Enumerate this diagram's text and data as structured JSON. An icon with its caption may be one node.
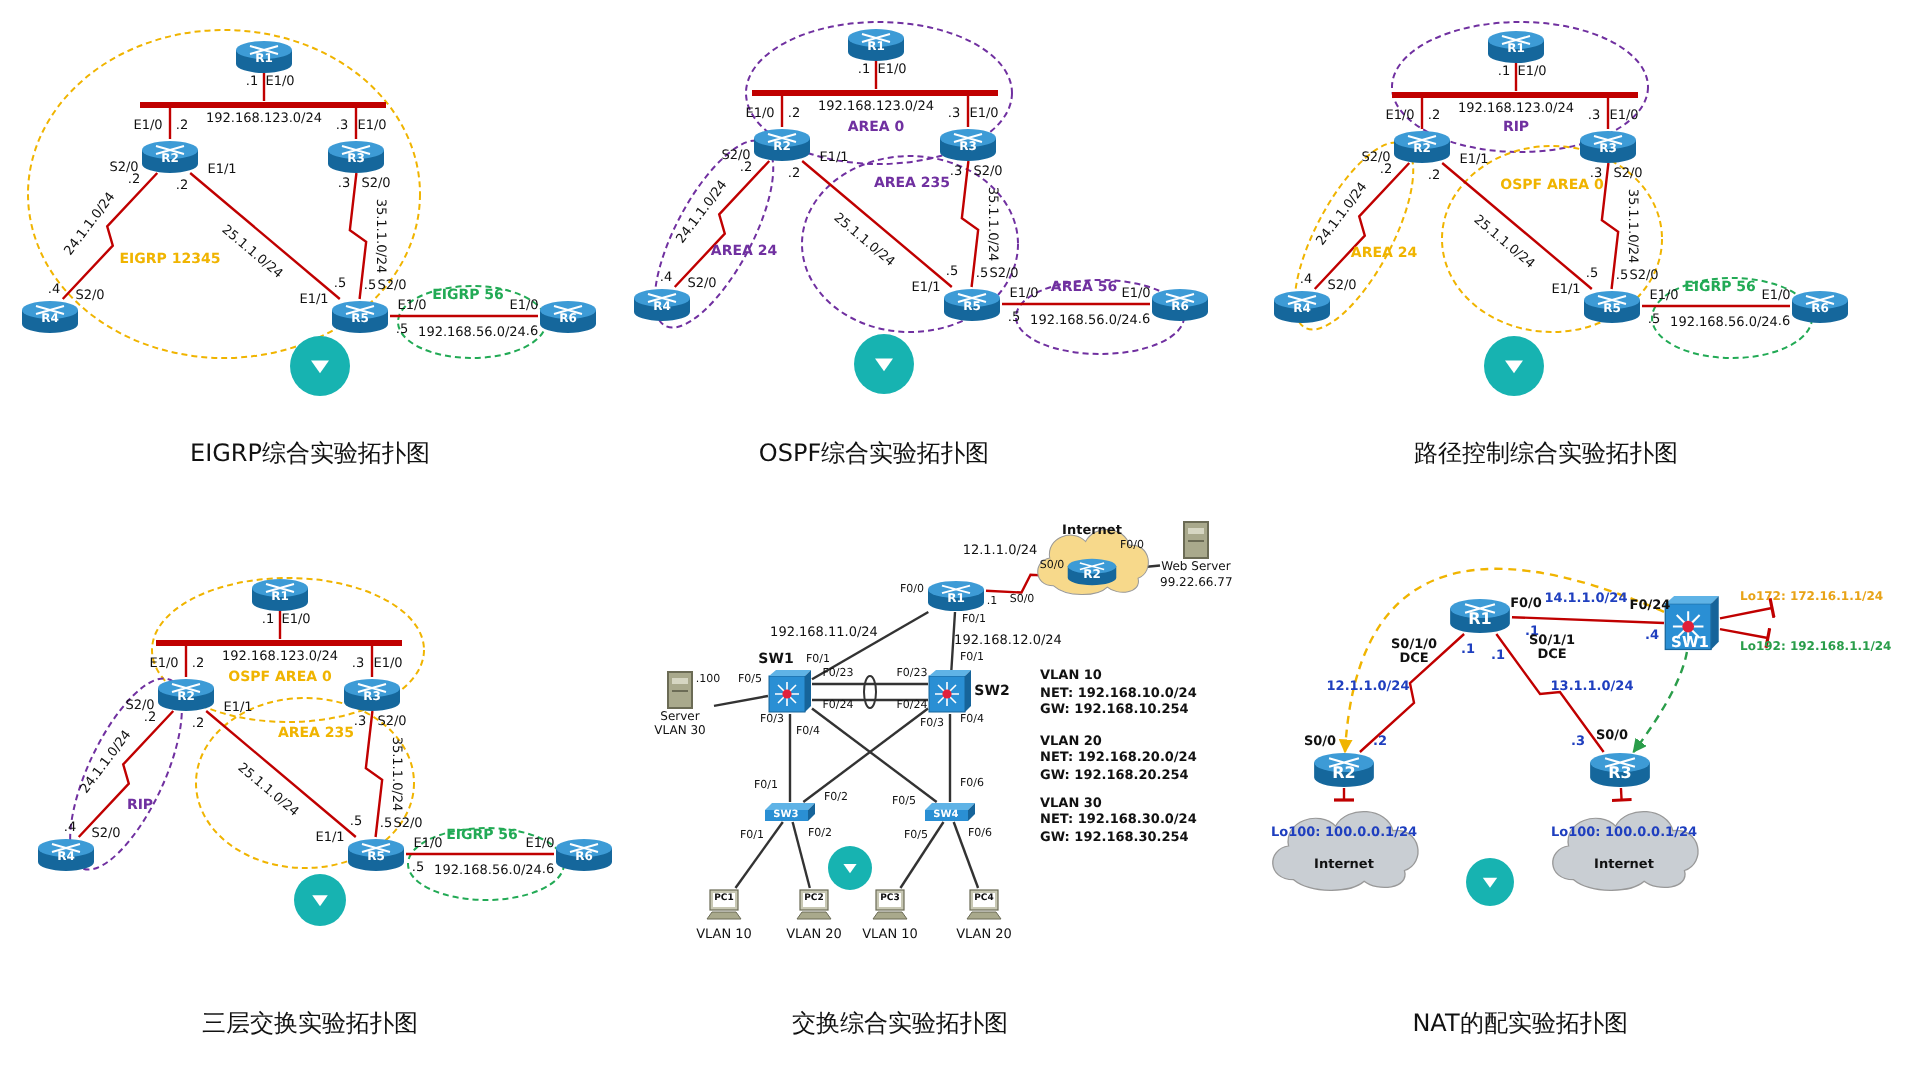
{
  "diagram": {
    "nodes": [
      {
        "text": [
          "R1"
        ]
      },
      {
        "text": [],
        "shape": "bar",
        "beside": [
          "192.168.123.0/24"
        ]
      },
      {
        "text": [
          "R2"
        ]
      },
      {
        "text": [
          "R3"
        ]
      },
      {
        "text": [
          "R4"
        ]
      },
      {
        "text": [
          "R5"
        ]
      },
      {
        "text": [
          "R6"
        ]
      },
      {
        "text": [
          "R1"
        ]
      },
      {
        "text": [],
        "shape": "bar",
        "beside": [
          "192.168.123.0/24"
        ]
      },
      {
        "text": [
          "R2"
        ]
      },
      {
        "text": [
          "R3"
        ]
      },
      {
        "text": [
          "R4"
        ]
      },
      {
        "text": [
          "R5"
        ]
      },
      {
        "text": [
          "R6"
        ]
      },
      {
        "text": [
          "R1"
        ]
      },
      {
        "text": [],
        "shape": "bar",
        "beside": [
          "192.168.123.0/24"
        ]
      },
      {
        "text": [
          "R2"
        ]
      },
      {
        "text": [
          "R3"
        ]
      },
      {
        "text": [
          "R4"
        ]
      },
      {
        "text": [
          "R5"
        ]
      },
      {
        "text": [
          "R6"
        ]
      },
      {
        "text": [
          "R1"
        ]
      },
      {
        "text": [],
        "shape": "bar",
        "beside": [
          "192.168.123.0/24"
        ]
      },
      {
        "text": [
          "R2"
        ]
      },
      {
        "text": [
          "R3"
        ]
      },
      {
        "text": [
          "R4"
        ]
      },
      {
        "text": [
          "R5"
        ]
      },
      {
        "text": [
          "R6"
        ]
      },
      {
        "text": [
          "Internet"
        ]
      },
      {
        "text": [
          "R2"
        ],
        "in": 28
      },
      {
        "text": [
          "Web Server",
          "99.22.66.77"
        ]
      },
      {
        "text": [
          "R1"
        ]
      },
      {
        "text": [
          "SW1"
        ]
      },
      {
        "text": [
          "SW2"
        ]
      },
      {
        "text": [
          "Server VLAN 30"
        ]
      },
      {
        "text": [
          "SW3"
        ]
      },
      {
        "text": [
          "SW4"
        ]
      },
      {
        "text": [
          "PC1"
        ],
        "beside": [
          "VLAN 10"
        ]
      },
      {
        "text": [
          "PC2"
        ],
        "beside": [
          "VLAN 20"
        ]
      },
      {
        "text": [
          "PC3"
        ],
        "beside": [
          "VLAN 10"
        ]
      },
      {
        "text": [
          "PC4"
        ],
        "beside": [
          "VLAN 20"
        ]
      },
      {
        "text": [
          "R1"
        ]
      },
      {
        "text": [
          "SW1"
        ]
      },
      {
        "text": [
          "Lo172: 172.16.1.1/24"
        ]
      },
      {
        "text": [
          "Lo192: 192.168.1.1/24"
        ]
      },
      {
        "text": [
          "R2"
        ]
      },
      {
        "text": [
          "R3"
        ]
      },
      {
        "text": [
          "Lo100: 100.0.0.1/24",
          "Internet"
        ]
      },
      {
        "text": [
          "Lo100: 100.0.0.1/24",
          "Internet"
        ]
      }
    ],
    "edges": [
      {
        "from": 0,
        "to": 1,
        "arrow": "none"
      },
      {
        "from": 2,
        "to": 1,
        "arrow": "none"
      },
      {
        "from": 3,
        "to": 1,
        "arrow": "none"
      },
      {
        "from": 2,
        "to": 4,
        "arrow": "none",
        "label": "24.1.1.0/24"
      },
      {
        "from": 2,
        "to": 5,
        "arrow": "none",
        "label": "25.1.1.0/24"
      },
      {
        "from": 3,
        "to": 5,
        "arrow": "none",
        "label": "35.1.1.0/24"
      },
      {
        "from": 5,
        "to": 6,
        "arrow": "none",
        "label": "192.168.56.0/24"
      },
      {
        "from": 7,
        "to": 8,
        "arrow": "none"
      },
      {
        "from": 9,
        "to": 8,
        "arrow": "none"
      },
      {
        "from": 10,
        "to": 8,
        "arrow": "none"
      },
      {
        "from": 9,
        "to": 11,
        "arrow": "none",
        "label": "24.1.1.0/24"
      },
      {
        "from": 9,
        "to": 12,
        "arrow": "none",
        "label": "25.1.1.0/24"
      },
      {
        "from": 10,
        "to": 12,
        "arrow": "none",
        "label": "35.1.1.0/24"
      },
      {
        "from": 12,
        "to": 13,
        "arrow": "none",
        "label": "192.168.56.0/24"
      },
      {
        "from": 14,
        "to": 15,
        "arrow": "none"
      },
      {
        "from": 16,
        "to": 15,
        "arrow": "none"
      },
      {
        "from": 17,
        "to": 15,
        "arrow": "none"
      },
      {
        "from": 16,
        "to": 18,
        "arrow": "none",
        "label": "24.1.1.0/24"
      },
      {
        "from": 16,
        "to": 19,
        "arrow": "none",
        "label": "25.1.1.0/24"
      },
      {
        "from": 17,
        "to": 19,
        "arrow": "none",
        "label": "35.1.1.0/24"
      },
      {
        "from": 19,
        "to": 20,
        "arrow": "none",
        "label": "192.168.56.0/24"
      },
      {
        "from": 21,
        "to": 22,
        "arrow": "none"
      },
      {
        "from": 23,
        "to": 22,
        "arrow": "none"
      },
      {
        "from": 24,
        "to": 22,
        "arrow": "none"
      },
      {
        "from": 23,
        "to": 25,
        "arrow": "none",
        "label": "24.1.1.0/24"
      },
      {
        "from": 23,
        "to": 26,
        "arrow": "none",
        "label": "25.1.1.0/24"
      },
      {
        "from": 24,
        "to": 26,
        "arrow": "none",
        "label": "35.1.1.0/24"
      },
      {
        "from": 26,
        "to": 27,
        "arrow": "none",
        "label": "192.168.56.0/24"
      },
      {
        "from": 29,
        "to": 30,
        "arrow": "none",
        "color": "#333333"
      },
      {
        "from": 31,
        "to": 29,
        "arrow": "none",
        "label": "12.1.1.0/24"
      },
      {
        "from": 31,
        "to": 32,
        "arrow": "none",
        "label": "192.168.11.0/24",
        "color": "#333333"
      },
      {
        "from": 31,
        "to": 33,
        "arrow": "none",
        "label": "192.168.12.0/24",
        "color": "#333333"
      },
      {
        "from": 32,
        "to": 33,
        "arrow": "none",
        "color": "#333333"
      },
      {
        "from": 32,
        "to": 33,
        "arrow": "none",
        "color": "#333333"
      },
      {
        "from": 34,
        "to": 32,
        "arrow": "none",
        "color": "#333333"
      },
      {
        "from": 32,
        "to": 35,
        "arrow": "none",
        "color": "#333333"
      },
      {
        "from": 32,
        "to": 36,
        "arrow": "none",
        "color": "#333333"
      },
      {
        "from": 33,
        "to": 35,
        "arrow": "none",
        "color": "#333333"
      },
      {
        "from": 33,
        "to": 36,
        "arrow": "none",
        "color": "#333333"
      },
      {
        "from": 35,
        "to": 37,
        "arrow": "none",
        "color": "#333333"
      },
      {
        "from": 35,
        "to": 38,
        "arrow": "none",
        "color": "#333333"
      },
      {
        "from": 36,
        "to": 39,
        "arrow": "none",
        "color": "#333333"
      },
      {
        "from": 36,
        "to": 40,
        "arrow": "none",
        "color": "#333333"
      },
      {
        "from": 41,
        "to": 45,
        "arrow": "none",
        "label": "12.1.1.0/24"
      },
      {
        "from": 41,
        "to": 46,
        "arrow": "none",
        "label": "13.1.1.0/24"
      },
      {
        "from": 41,
        "to": 42,
        "arrow": "none",
        "label": "14.1.1.0/24"
      },
      {
        "from": 42,
        "to": 43,
        "arrow": "other"
      },
      {
        "from": 42,
        "to": 44,
        "arrow": "other"
      },
      {
        "from": 45,
        "to": 47,
        "arrow": "other"
      },
      {
        "from": 46,
        "to": 48,
        "arrow": "other"
      },
      {
        "from": 42,
        "to": 45,
        "arrow": "to",
        "style": "dashed",
        "color": "#f0b400"
      },
      {
        "from": 42,
        "to": 46,
        "arrow": "to",
        "style": "dashed",
        "color": "#2a9d4a"
      }
    ],
    "labels": [
      ".1",
      "E1/0",
      "E1/0",
      ".2",
      ".3",
      "E1/0",
      "S2/0",
      ".2",
      ".2",
      "E1/1",
      ".3",
      "S2/0",
      ".4",
      "S2/0",
      ".5",
      ".5",
      "S2/0",
      "E1/1",
      "E1/0",
      ".5",
      "E1/0",
      ".6",
      "EIGRP 12345",
      "EIGRP 56",
      "EIGRP综合实验拓扑图",
      ".1",
      "E1/0",
      "E1/0",
      ".2",
      ".3",
      "E1/0",
      "S2/0",
      ".2",
      ".2",
      "E1/1",
      ".3",
      "S2/0",
      ".4",
      "S2/0",
      ".5",
      ".5",
      "S2/0",
      "E1/1",
      "E1/0",
      ".5",
      "E1/0",
      ".6",
      "AREA 0",
      "AREA 24",
      "AREA 235",
      "AREA 56",
      "OSPF综合实验拓扑图",
      ".1",
      "E1/0",
      "E1/0",
      ".2",
      ".3",
      "E1/0",
      "S2/0",
      ".2",
      ".2",
      "E1/1",
      ".3",
      "S2/0",
      ".4",
      "S2/0",
      ".5",
      ".5",
      "S2/0",
      "E1/1",
      "E1/0",
      ".5",
      "E1/0",
      ".6",
      "RIP",
      "OSPF AREA 0",
      "AREA 24",
      "EIGRP 56",
      "路径控制综合实验拓扑图",
      ".1",
      "E1/0",
      "E1/0",
      ".2",
      ".3",
      "E1/0",
      "S2/0",
      ".2",
      ".2",
      "E1/1",
      ".3",
      "S2/0",
      ".4",
      "S2/0",
      ".5",
      ".5",
      "S2/0",
      "E1/1",
      "E1/0",
      ".5",
      "E1/0",
      ".6",
      "OSPF AREA 0",
      "RIP",
      "AREA 235",
      "EIGRP 56",
      "三层交换实验拓扑图",
      "F0/0",
      "S0/0",
      "F0/0",
      ".1",
      "S0/0",
      "F0/1",
      "F0/1",
      "F0/23",
      "F0/24",
      ".100",
      "F0/5",
      "F0/3",
      "F0/4",
      "F0/1",
      "F0/23",
      "F0/24",
      "F0/3",
      "F0/4",
      "F0/1",
      "F0/2",
      "F0/5",
      "F0/6",
      "F0/1",
      "F0/2",
      "F0/5",
      "F0/6",
      "VLAN 10",
      "NET: 192.168.10.0/24",
      "GW: 192.168.10.254",
      "VLAN 20",
      "NET: 192.168.20.0/24",
      "GW: 192.168.20.254",
      "VLAN 30",
      "NET: 192.168.30.0/24",
      "GW: 192.168.30.254",
      "交换综合实验拓扑图",
      "F0/0",
      ".1",
      "S0/1/0 DCE",
      ".1",
      ".1",
      "S0/1/1 DCE",
      "F0/24",
      ".4",
      "S0/0",
      ".2",
      ".3",
      "S0/0",
      "NAT的配实验拓扑图"
    ]
  }
}
